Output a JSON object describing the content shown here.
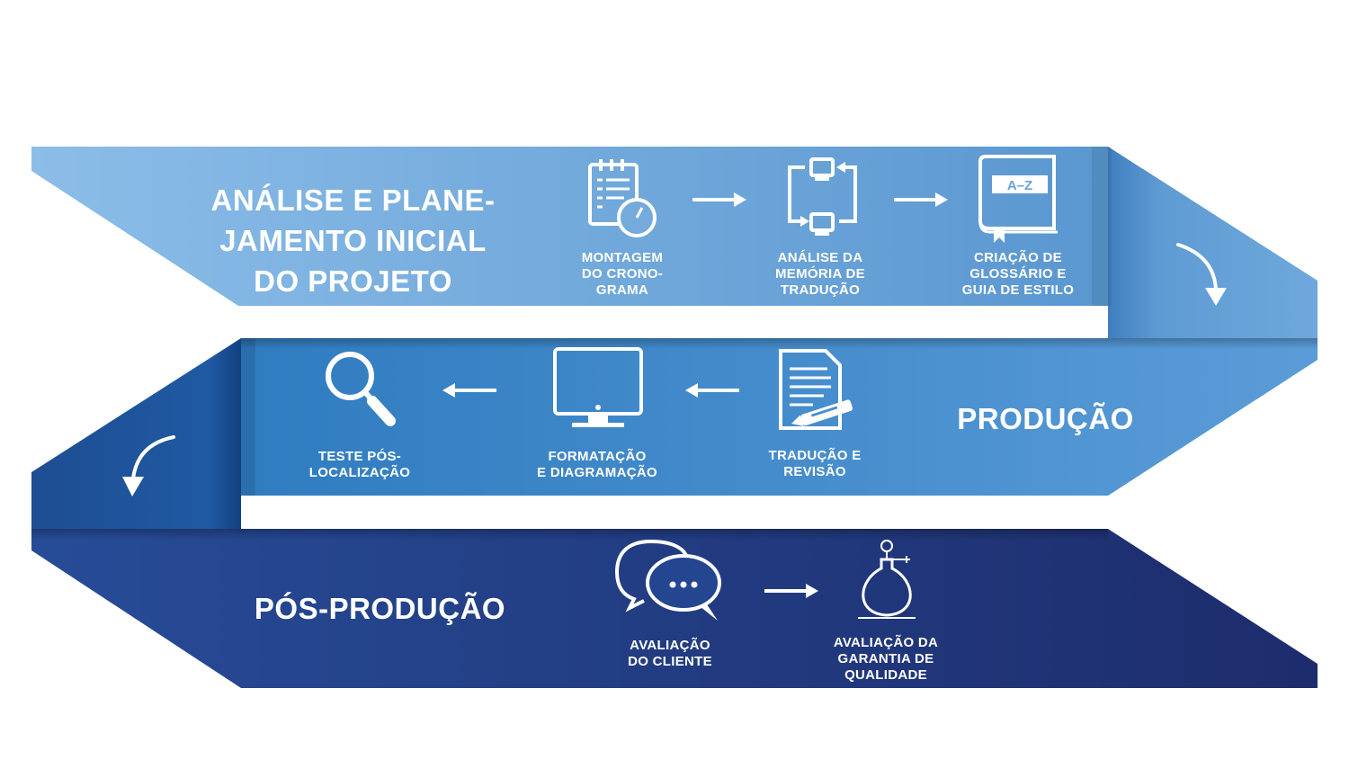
{
  "stages": [
    {
      "title": "ANÁLISE E PLANE-\nJAMENTO INICIAL\nDO PROJETO",
      "steps": [
        {
          "label": "MONTAGEM\nDO CRONO-\nGRAMA",
          "icon": "calendar-stopwatch-icon"
        },
        {
          "label": "ANÁLISE DA\nMEMÓRIA DE\nTRADUÇÃO",
          "icon": "computer-sync-icon"
        },
        {
          "label": "CRIAÇÃO DE\nGLOSSÁRIO E\nGUIA DE ESTILO",
          "icon": "book-az-icon"
        }
      ]
    },
    {
      "title": "PRODUÇÃO",
      "steps": [
        {
          "label": "TRADUÇÃO E\nREVISÃO",
          "icon": "document-pen-icon"
        },
        {
          "label": "FORMATAÇÃO\nE DIAGRAMAÇÃO",
          "icon": "monitor-icon"
        },
        {
          "label": "TESTE PÓS-\nLOCALIZAÇÃO",
          "icon": "magnifier-icon"
        }
      ]
    },
    {
      "title": "PÓS-PRODUÇÃO",
      "steps": [
        {
          "label": "AVALIAÇÃO\nDO CLIENTE",
          "icon": "chat-bubbles-icon"
        },
        {
          "label": "AVALIAÇÃO DA\nGARANTIA DE\nQUALIDADE",
          "icon": "flask-icon"
        }
      ]
    }
  ],
  "book_icon_text": "A–Z",
  "colors": {
    "band1_light": "#86b9e6",
    "band1_dark": "#5f9bd3",
    "band2_light": "#5a9ad6",
    "band2_dark": "#2f7dc0",
    "band3_light": "#2a4f99",
    "band3_dark": "#1d2d6e",
    "text": "#ffffff"
  }
}
